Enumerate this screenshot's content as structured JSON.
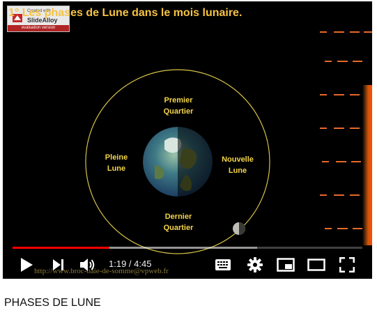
{
  "video": {
    "title": "PHASES DE LUNE"
  },
  "slide": {
    "title": "1° Les phases de Lune dans le mois lunaire.",
    "url": "http://www.broc-baie-de-somme@vpweb.fr",
    "labels": {
      "top": "Premier\nQuartier",
      "left": "Pleine\nLune",
      "right": "Nouvelle\nLune",
      "bottom": "Dernier\nQuartier"
    },
    "watermark": {
      "top": "Created with",
      "brand": "SlideAlloy",
      "bar": "evaluation version"
    }
  },
  "player": {
    "current_time": "1:19",
    "duration": "4:45",
    "time_text": "1:19 / 4:45",
    "progress_fraction": 0.277,
    "buffered_fraction": 0.7,
    "accent_color": "#ff0000",
    "controls": {
      "play": "play-icon",
      "next": "next-icon",
      "volume": "volume-icon",
      "subtitles": "keyboard-icon",
      "settings": "gear-icon",
      "miniplayer": "miniplayer-icon",
      "theater": "theater-icon",
      "fullscreen": "fullscreen-icon"
    }
  }
}
